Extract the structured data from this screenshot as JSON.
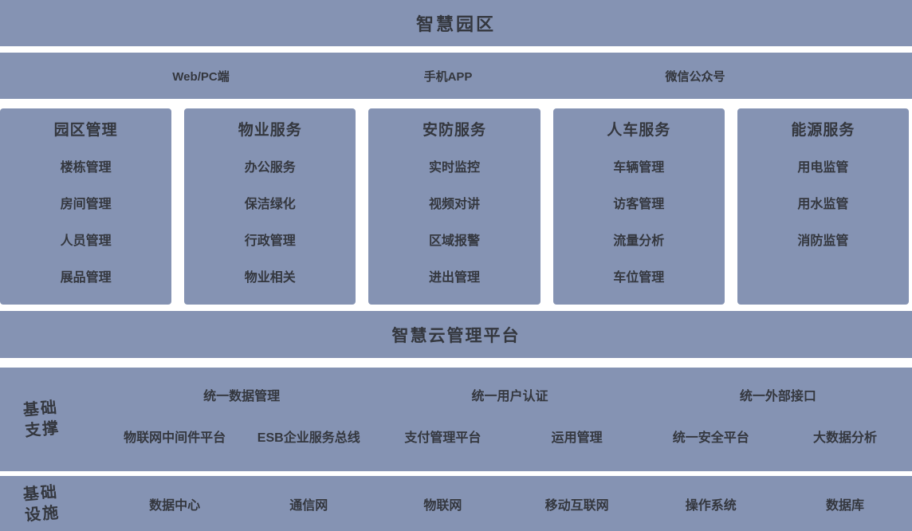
{
  "colors": {
    "block_bg": "#8593b3",
    "page_bg": "#ffffff",
    "text": "#34373e"
  },
  "title_banner": {
    "label": "智慧园区"
  },
  "channels": [
    "Web/PC端",
    "手机APP",
    "微信公众号"
  ],
  "service_columns": [
    {
      "header": "园区管理",
      "items": [
        "楼栋管理",
        "房间管理",
        "人员管理",
        "展品管理"
      ]
    },
    {
      "header": "物业服务",
      "items": [
        "办公服务",
        "保洁绿化",
        "行政管理",
        "物业相关"
      ]
    },
    {
      "header": "安防服务",
      "items": [
        "实时监控",
        "视频对讲",
        "区域报警",
        "进出管理"
      ]
    },
    {
      "header": "人车服务",
      "items": [
        "车辆管理",
        "访客管理",
        "流量分析",
        "车位管理"
      ]
    },
    {
      "header": "能源服务",
      "items": [
        "用电监管",
        "用水监管",
        "消防监管"
      ]
    }
  ],
  "platform_banner": {
    "label": "智慧云管理平台"
  },
  "support": {
    "label_line1": "基础",
    "label_line2": "支撑",
    "row1": [
      "统一数据管理",
      "统一用户认证",
      "统一外部接口"
    ],
    "row2": [
      "物联网中间件平台",
      "ESB企业服务总线",
      "支付管理平台",
      "运用管理",
      "统一安全平台",
      "大数据分析"
    ]
  },
  "infrastructure": {
    "label_line1": "基础",
    "label_line2": "设施",
    "items": [
      "数据中心",
      "通信网",
      "物联网",
      "移动互联网",
      "操作系统",
      "数据库"
    ]
  }
}
